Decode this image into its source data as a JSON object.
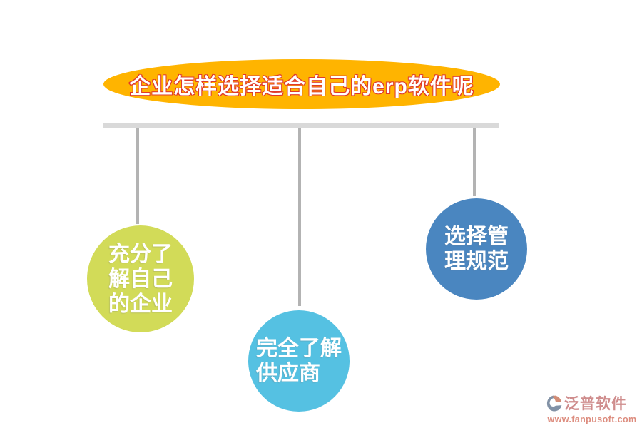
{
  "title": {
    "label": "企业怎样选择适合自己的erp软件呢",
    "fill_color": "#ffb400",
    "text_color": "#ffffff",
    "outline_color": "#e03a2a"
  },
  "connectors": {
    "bar_color": "#d9d9d9",
    "drop_line_color": "#b3b3b3"
  },
  "nodes": [
    {
      "id": "fully-understand-own-enterprise",
      "lines": [
        "充分了",
        "解自己",
        "的企业"
      ],
      "color": "#d2db58"
    },
    {
      "id": "completely-understand-supplier",
      "lines": [
        "完全了解",
        "供应商"
      ],
      "color": "#55c1e2"
    },
    {
      "id": "choose-management-standards",
      "lines": [
        "选择管",
        "理规范"
      ],
      "color": "#4a86c0"
    }
  ],
  "watermark": {
    "brand": "泛普软件",
    "url": "www.fanpusoft.com",
    "brand_color": "#cf8d8d",
    "url_color": "#dd8d7f",
    "icon_gray": "#8292a6",
    "icon_salmon": "#d28d76"
  }
}
